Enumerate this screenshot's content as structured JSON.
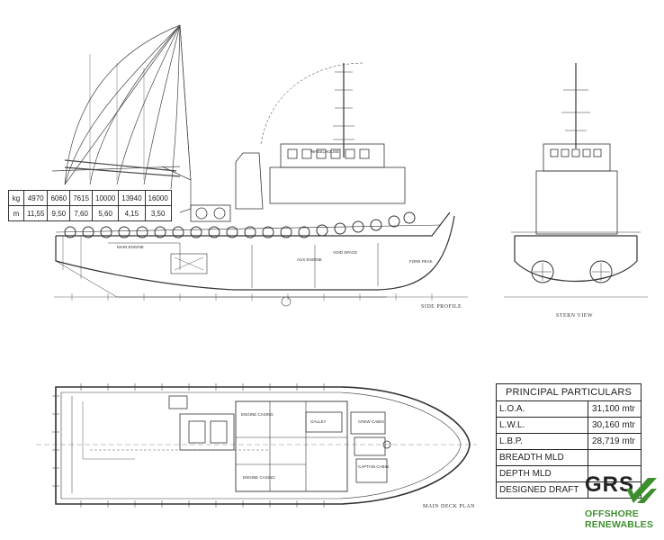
{
  "lift_table": {
    "kg_label": "kg",
    "m_label": "m",
    "kg_values": [
      "4970",
      "6060",
      "7615",
      "10000",
      "13940",
      "16000"
    ],
    "m_values": [
      "11,55",
      "9,50",
      "7,60",
      "5,60",
      "4,15",
      "3,50"
    ]
  },
  "views": {
    "side_profile": "SIDE PROFILE",
    "stern_view": "STERN VIEW",
    "main_deck_plan": "MAIN DECK PLAN"
  },
  "particulars": {
    "title": "PRINCIPAL PARTICULARS",
    "rows": [
      {
        "label": "L.O.A.",
        "value": "31,100 mtr"
      },
      {
        "label": "L.W.L.",
        "value": "30,160 mtr"
      },
      {
        "label": "L.B.P.",
        "value": "28,719 mtr"
      },
      {
        "label": "BREADTH MLD",
        "value": ""
      },
      {
        "label": "DEPTH MLD",
        "value": ""
      },
      {
        "label": "DESIGNED DRAFT",
        "value": ""
      }
    ]
  },
  "logo": {
    "name": "GRS",
    "line1": "OFFSHORE",
    "line2": "RENEWABLES",
    "color": "#3d8f2e"
  }
}
